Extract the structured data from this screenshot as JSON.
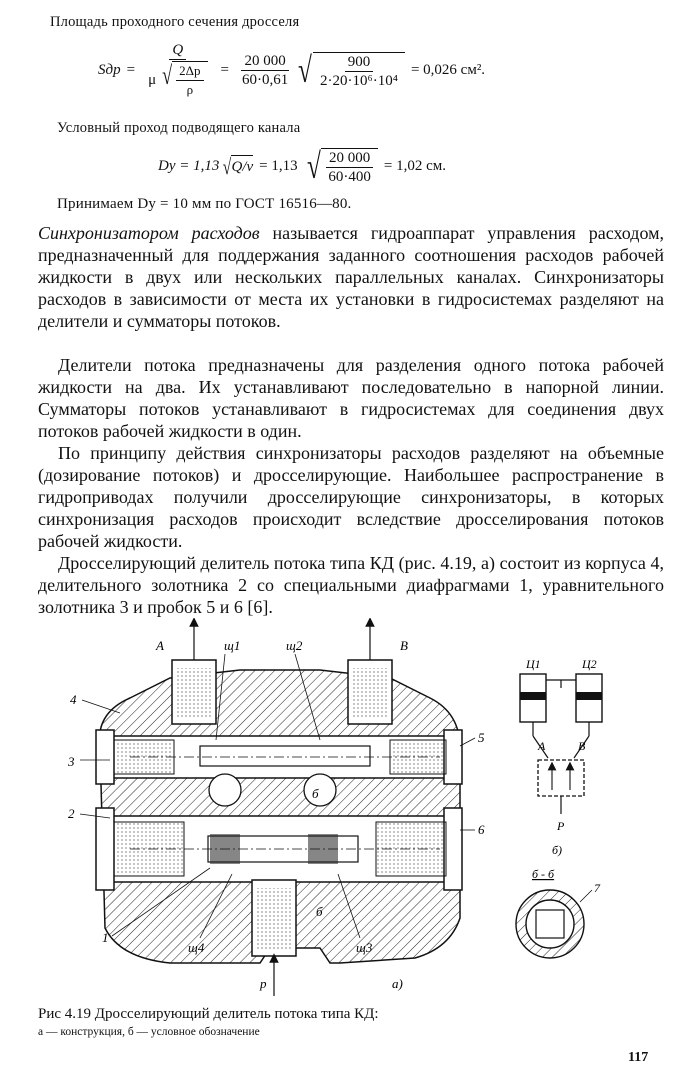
{
  "section_top": {
    "label_1": "Площадь проходного сечения дросселя",
    "formula_1": {
      "lhs": "Sдр",
      "q": "Q",
      "mu": "μ",
      "two_dp": "2Δp",
      "rho": "ρ",
      "num_2": "20 000",
      "den_2": "60·0,61",
      "num_3": "900",
      "den_3": "2·20·10⁶·10⁴",
      "result": "= 0,026 см²."
    },
    "label_2": "Условный проход подводящего канала",
    "formula_2": {
      "lhs": "Dу = 1,13",
      "sqrt_arg": "Q/v",
      "mid": "= 1,13",
      "num": "20 000",
      "den": "60·400",
      "result": "= 1,02 см."
    },
    "label_3": "Принимаем Dу = 10 мм по ГОСТ 16516—80."
  },
  "paragraphs": [
    {
      "lead_em": "Синхронизатором расходов",
      "text": " называется гидроаппарат управления расходом, предназначенный для поддержания заданного соотношения расходов рабочей жидкости в двух или нескольких параллельных каналах. Синхронизаторы расходов в зависимости от места их установки в гидросистемах разделяют на делители и сумматоры потоков."
    },
    {
      "text": "Делители потока предназначены для разделения одного потока рабочей жидкости на два. Их устанавливают последовательно в напорной линии. Сумматоры потоков устанавливают в гидросистемах для соединения двух потоков рабочей жидкости в один."
    },
    {
      "text": "По принципу действия синхронизаторы расходов разделяют на объемные (дозирование потоков) и дросселирующие. Наибольшее распространение в гидроприводах получили дросселирующие синхронизаторы, в которых синхронизация расходов происходит вследствие дросселирования потоков рабочей жидкости."
    },
    {
      "text": "Дросселирующий делитель потока типа КД (рис. 4.19, а) состоит из корпуса 4, делительного золотника 2 со специальными диафрагмами 1, уравнительного золотника 3 и пробок 5 и 6 [6]."
    }
  ],
  "figure": {
    "labels_a": {
      "A": "А",
      "B": "В",
      "sh1": "щ1",
      "sh2": "щ2",
      "n4": "4",
      "n3": "3",
      "n2": "2",
      "n5": "5",
      "n6": "6",
      "n1": "1",
      "b_top": "б",
      "b_bottom": "б",
      "sh4": "щ4",
      "sh3": "щ3",
      "p": "р",
      "sub_a": "а)"
    },
    "labels_b": {
      "c1": "Ц1",
      "c2": "Ц2",
      "A": "А",
      "B": "В",
      "p": "Р",
      "sub_b": "б)"
    },
    "labels_section": {
      "title": "б - б",
      "n7": "7"
    }
  },
  "caption": {
    "title": "Рис 4.19 Дросселирующий делитель потока типа КД:",
    "sub": "а — конструкция, б — условное обозначение"
  },
  "page_number": "117"
}
